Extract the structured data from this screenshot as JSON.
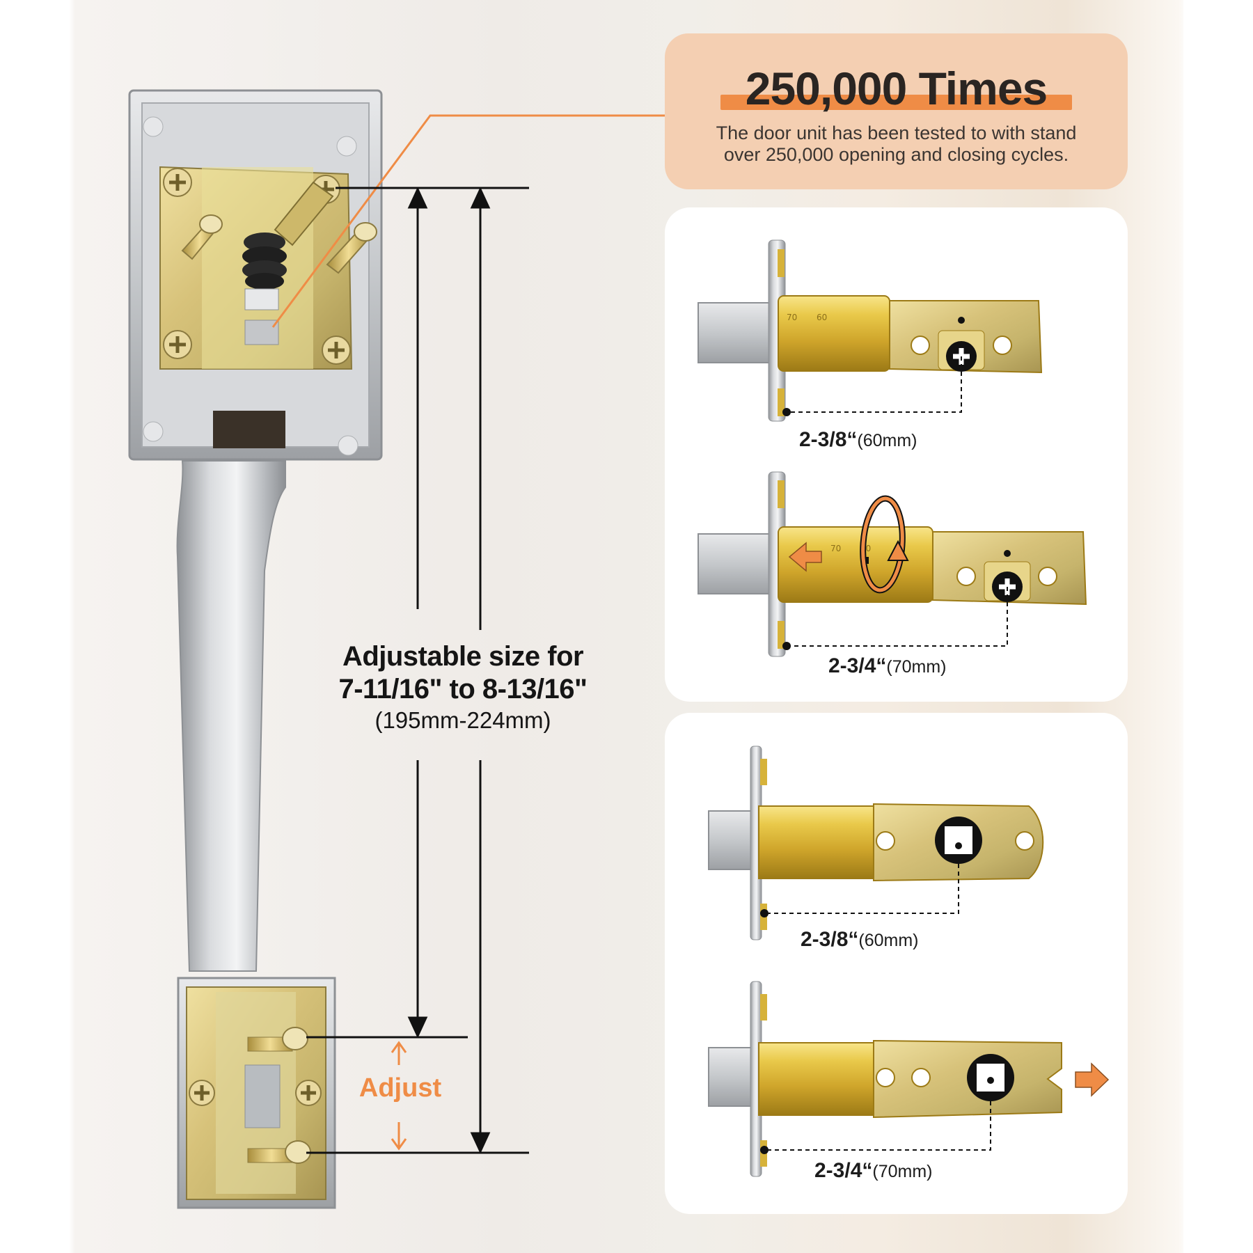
{
  "callout": {
    "title": "250,000 Times",
    "description_line1": "The door unit has been tested to with stand",
    "description_line2": "over 250,000 opening and closing cycles."
  },
  "dimension": {
    "line1": "Adjustable size for",
    "line2": "7-11/16\" to 8-13/16\"",
    "line3": "(195mm-224mm)"
  },
  "adjust_label": "Adjust",
  "deadbolt": {
    "a": {
      "size": "2-3/8“",
      "metric": "(60mm)"
    },
    "b": {
      "size": "2-3/4“",
      "metric": "(70mm)"
    }
  },
  "latch": {
    "a": {
      "size": "2-3/8“",
      "metric": "(60mm)"
    },
    "b": {
      "size": "2-3/4“",
      "metric": "(70mm)"
    }
  },
  "stamp_marks": {
    "seventy": "70",
    "sixty": "60"
  },
  "colors": {
    "accent_orange": "#ef8c46",
    "callout_bg": "#f4cfb2",
    "brass": "#d9b437",
    "chrome": "#c9cbce"
  }
}
